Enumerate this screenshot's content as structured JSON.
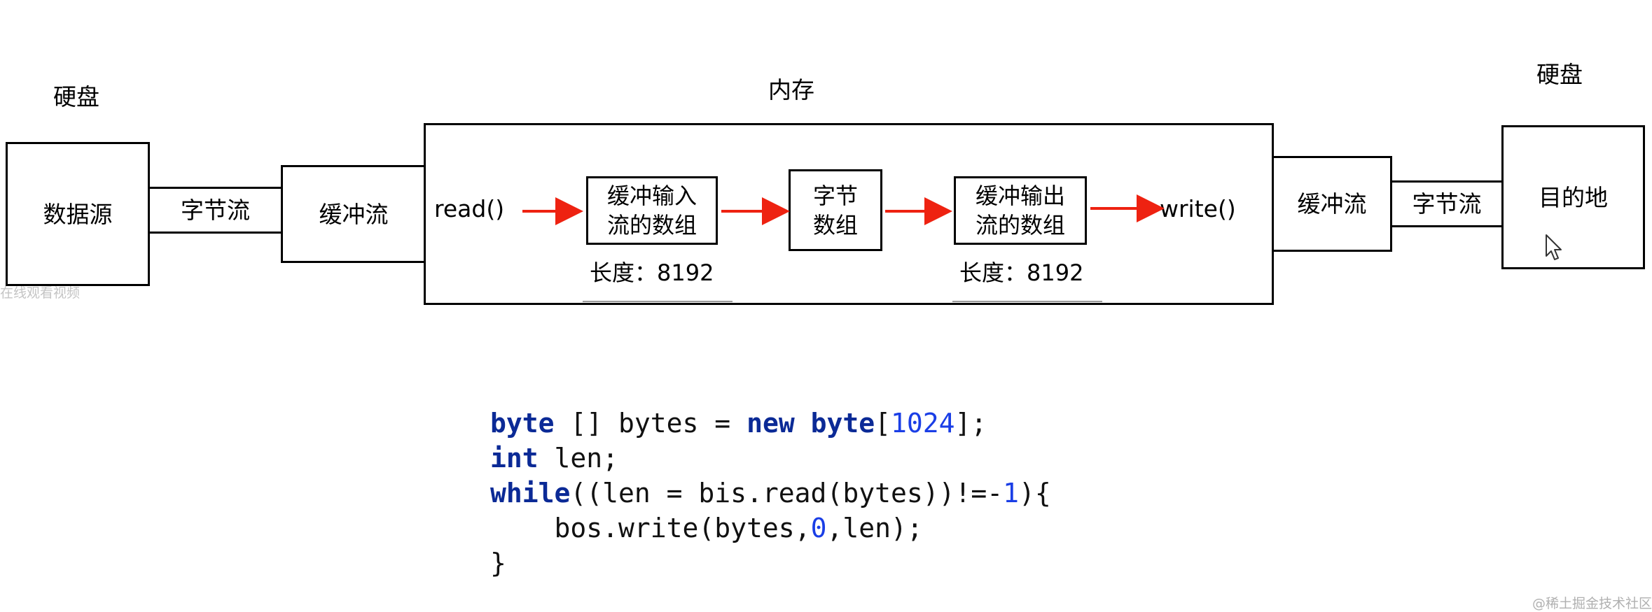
{
  "labels": {
    "disk_left": "硬盘",
    "disk_right": "硬盘",
    "memory": "内存"
  },
  "nodes": {
    "data_source": "数据源",
    "byte_stream_left": "字节流",
    "buffer_stream_left": "缓冲流",
    "read_call": "read()",
    "input_array_line1": "缓冲输入",
    "input_array_line2": "流的数组",
    "byte_array_line1": "字节",
    "byte_array_line2": "数组",
    "output_array_line1": "缓冲输出",
    "output_array_line2": "流的数组",
    "write_call": "write()",
    "buffer_stream_right": "缓冲流",
    "byte_stream_right": "字节流",
    "destination": "目的地"
  },
  "lengths": {
    "input_length": "长度：8192",
    "output_length": "长度：8192"
  },
  "code": {
    "l1_kw1": "byte",
    "l1_mid": " [] bytes = ",
    "l1_kw2": "new",
    "l1_sp": " ",
    "l1_kw3": "byte",
    "l1_open": "[",
    "l1_num": "1024",
    "l1_close": "];",
    "l2_kw": "int",
    "l2_rest": " len;",
    "l3_kw": "while",
    "l3_mid": "((len = bis.read(bytes))!=-",
    "l3_num": "1",
    "l3_end": "){",
    "l4_pre": "    bos.write(bytes,",
    "l4_num": "0",
    "l4_end": ",len);",
    "l5": "}"
  },
  "watermarks": {
    "left": "在线观看视频",
    "right": "@稀土掘金技术社区"
  },
  "colors": {
    "arrow": "#ee2211",
    "keyword": "#0b2a96",
    "number": "#1a3ee6"
  },
  "icons": [
    "mouse-cursor-icon"
  ]
}
